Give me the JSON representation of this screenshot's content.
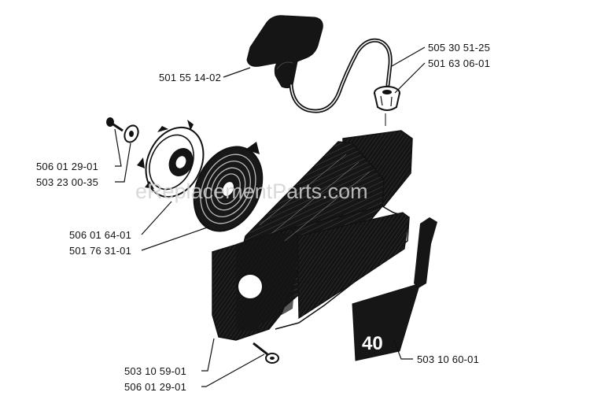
{
  "watermark": "eReplacementParts.com",
  "decal_text": "40",
  "colors": {
    "ink": "#111111",
    "watermark": "#d2d2d2",
    "background": "#ffffff"
  },
  "parts": [
    {
      "id": "p1",
      "number": "501 55 14-02"
    },
    {
      "id": "p2",
      "number": "505 30 51-25"
    },
    {
      "id": "p3",
      "number": "501 63 06-01"
    },
    {
      "id": "p4",
      "number": "506 01 29-01"
    },
    {
      "id": "p5",
      "number": "503 23 00-35"
    },
    {
      "id": "p6",
      "number": "506 01 64-01"
    },
    {
      "id": "p7",
      "number": "501 76 31-01"
    },
    {
      "id": "p8",
      "number": "503 10 60-01"
    },
    {
      "id": "p9",
      "number": "503 10 59-01"
    },
    {
      "id": "p10",
      "number": "506 01 29-01"
    }
  ]
}
